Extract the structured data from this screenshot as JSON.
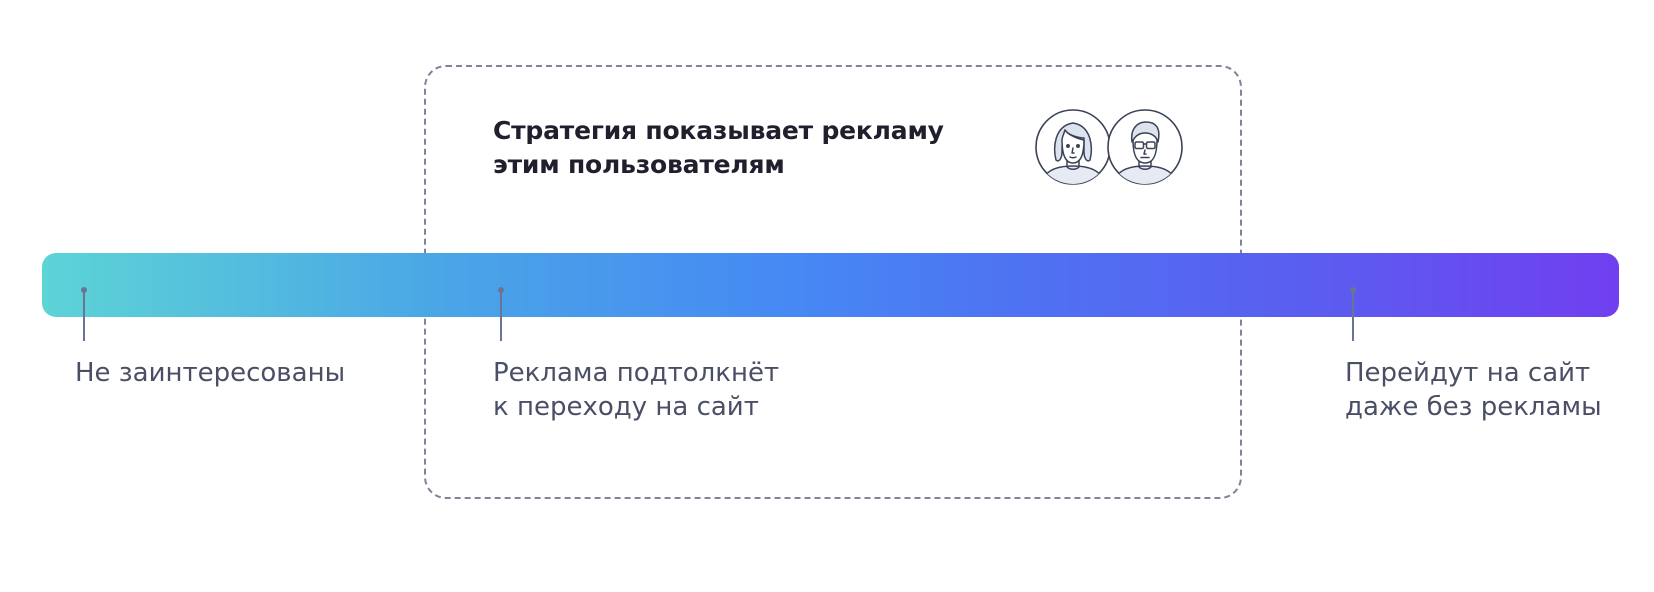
{
  "strategy": {
    "title_line1": "Стратегия показывает рекламу",
    "title_line2": "этим пользователям"
  },
  "avatars": [
    {
      "icon": "female-user-icon"
    },
    {
      "icon": "male-user-with-glasses-icon"
    }
  ],
  "scale": {
    "gradient_start_color": "#5dd4d6",
    "gradient_mid_color": "#4688f4",
    "gradient_end_color": "#703ff0"
  },
  "segments": [
    {
      "line1": "Не заинтересованы",
      "line2": ""
    },
    {
      "line1": "Реклама подтолкнёт",
      "line2": "к переходу на сайт"
    },
    {
      "line1": "Перейдут на сайт",
      "line2": "даже без рекламы"
    }
  ]
}
